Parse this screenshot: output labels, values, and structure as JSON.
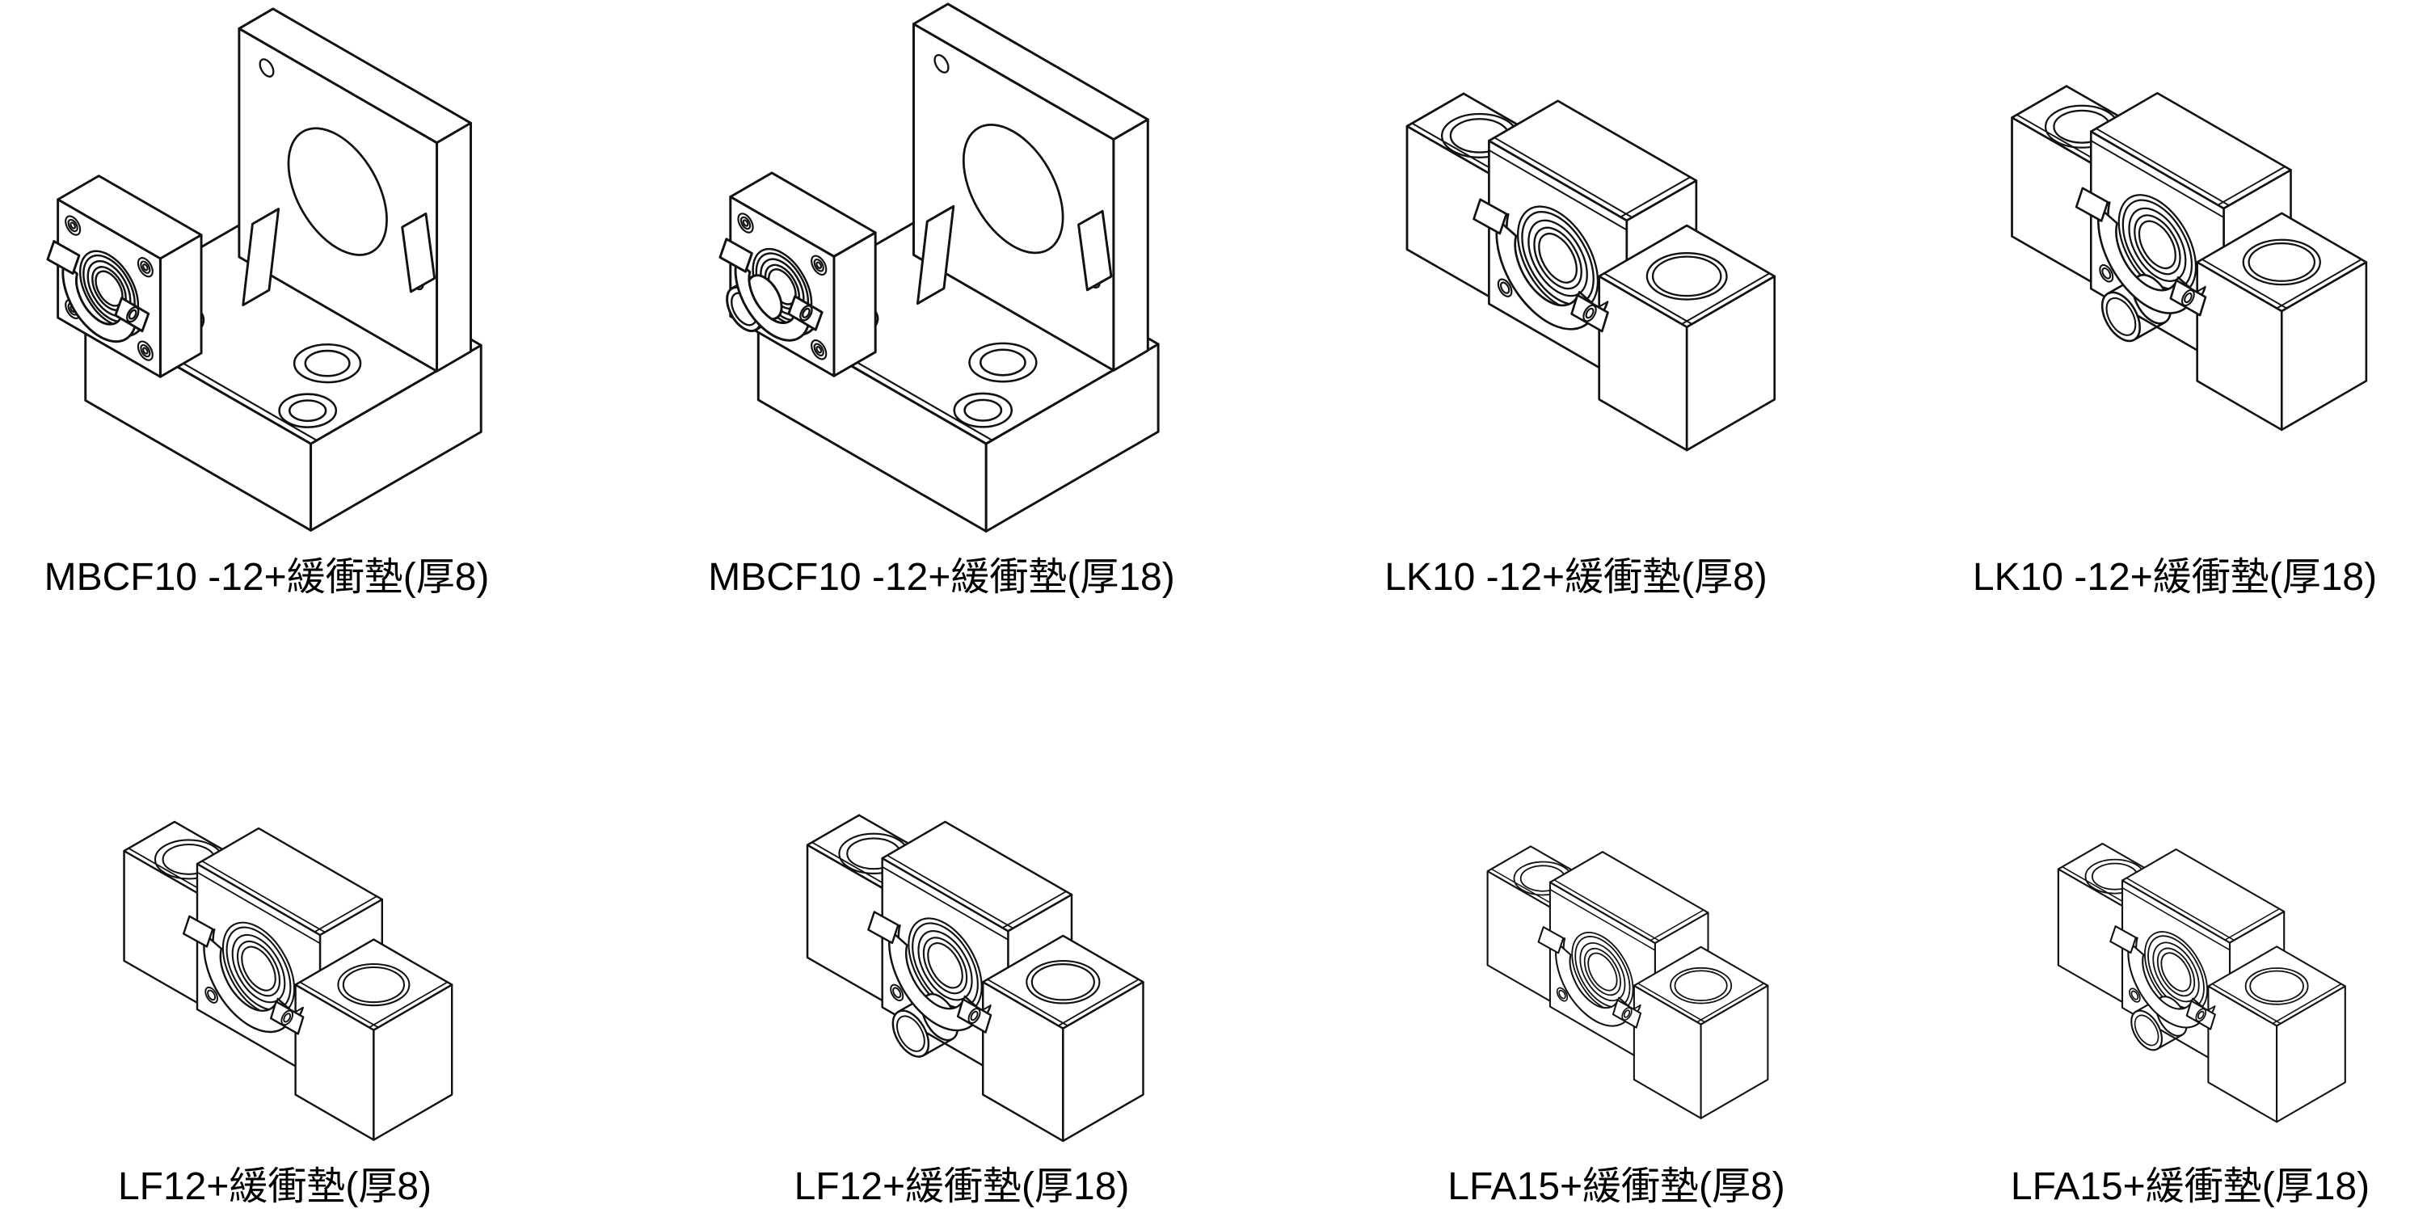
{
  "page": {
    "background": "#ffffff",
    "line_color": "#111111"
  },
  "figures": [
    {
      "id": "fig-1",
      "label": "MBCF10 -12+緩衝墊(厚8)",
      "part": "mbcf10-12",
      "pad": "厚8",
      "variant": "bracket-thin-pad"
    },
    {
      "id": "fig-2",
      "label": "MBCF10 -12+緩衝墊(厚18)",
      "part": "mbcf10-12",
      "pad": "厚18",
      "variant": "bracket-thick-pad"
    },
    {
      "id": "fig-3",
      "label": "LK10 -12+緩衝墊(厚8)",
      "part": "lk10-12",
      "pad": "厚8",
      "variant": "block-thin-pad"
    },
    {
      "id": "fig-4",
      "label": "LK10 -12+緩衝墊(厚18)",
      "part": "lk10-12",
      "pad": "厚18",
      "variant": "block-thick-pad"
    },
    {
      "id": "fig-5",
      "label": "LF12+緩衝墊(厚8)",
      "part": "lf12",
      "pad": "厚8",
      "variant": "block-thin-pad"
    },
    {
      "id": "fig-6",
      "label": "LF12+緩衝墊(厚18)",
      "part": "lf12",
      "pad": "厚18",
      "variant": "block-thick-pad"
    },
    {
      "id": "fig-7",
      "label": "LFA15+緩衝墊(厚8)",
      "part": "lfa15",
      "pad": "厚8",
      "variant": "block-thin-pad"
    },
    {
      "id": "fig-8",
      "label": "LFA15+緩衝墊(厚18)",
      "part": "lfa15",
      "pad": "厚18",
      "variant": "block-thick-pad"
    }
  ]
}
